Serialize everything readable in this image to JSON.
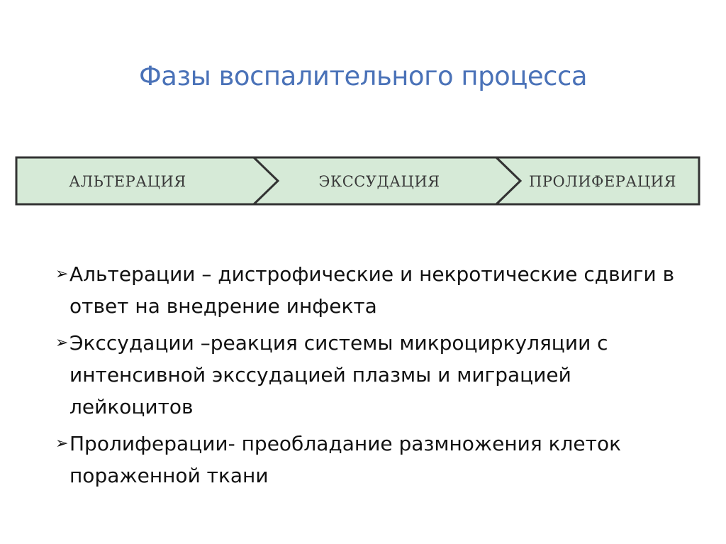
{
  "slide": {
    "title": "Фазы воспалительного процесса",
    "phases": [
      {
        "label": "АЛЬТЕРАЦИЯ"
      },
      {
        "label": "ЭКССУДАЦИЯ"
      },
      {
        "label": "ПРОЛИФЕРАЦИЯ"
      }
    ],
    "bullet_marker": "➢",
    "bullets": [
      {
        "text": "Альтерации – дистрофические и некротические сдвиги в ответ на внедрение инфекта"
      },
      {
        "text": "Экссудации –реакция системы микроциркуляции с интенсивной экссудацией плазмы и миграцией лейкоцитов"
      },
      {
        "text": "Пролиферации- преобладание размножения клеток пораженной ткани"
      }
    ]
  },
  "colors": {
    "title": "#4a72b8",
    "phase_fill": "#d6ead7",
    "phase_stroke": "#333333",
    "text": "#111111"
  }
}
